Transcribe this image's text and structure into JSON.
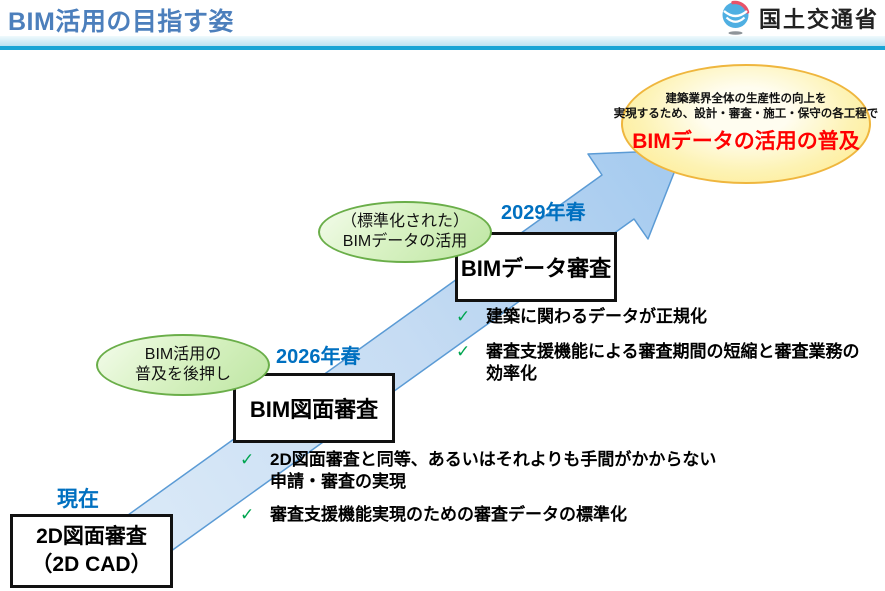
{
  "header": {
    "title": "BIM活用の目指す姿",
    "agency": "国土交通省"
  },
  "goal": {
    "line1": "建築業界全体の生産性の向上を",
    "line2": "実現するため、設計・審査・施工・保守の各工程で",
    "line3": "BIMデータの活用の普及"
  },
  "now": {
    "label": "現在",
    "box_line1": "2D図面審査",
    "box_line2": "（2D CAD）"
  },
  "phase2026": {
    "label": "2026年春",
    "box": "BIM図面審査",
    "callout_line1": "BIM活用の",
    "callout_line2": "普及を後押し",
    "bullet1_line1": "2D図面審査と同等、あるいはそれよりも手間がかからない",
    "bullet1_line2": "申請・審査の実現",
    "bullet2_line1": "審査支援機能実現のための審査データの標準化"
  },
  "phase2029": {
    "label": "2029年春",
    "box": "BIMデータ審査",
    "callout_line1": "（標準化された）",
    "callout_line2": "BIMデータの活用",
    "bullet1_line1": "建築に関わるデータが正規化",
    "bullet2_line1": "審査支援機能による審査期間の短縮と審査業務の",
    "bullet2_line2": "効率化"
  },
  "icons": {
    "check": "✓",
    "logo": "mlit-emblem"
  },
  "colors": {
    "title_blue": "#4C7FBC",
    "header_rule": "#1AA5D5",
    "year_blue": "#0070C0",
    "goal_red": "#FF0000",
    "check_green": "#00A550",
    "arrow_fill_light": "#DDEBF8",
    "arrow_fill_dark": "#A6CBEF",
    "arrow_stroke": "#5B9BD5",
    "goal_ellipse_fill": "#FFF3B0",
    "goal_ellipse_border": "#EFB63E",
    "callout_fill": "#CFEEB5",
    "callout_border": "#6AAE49"
  }
}
